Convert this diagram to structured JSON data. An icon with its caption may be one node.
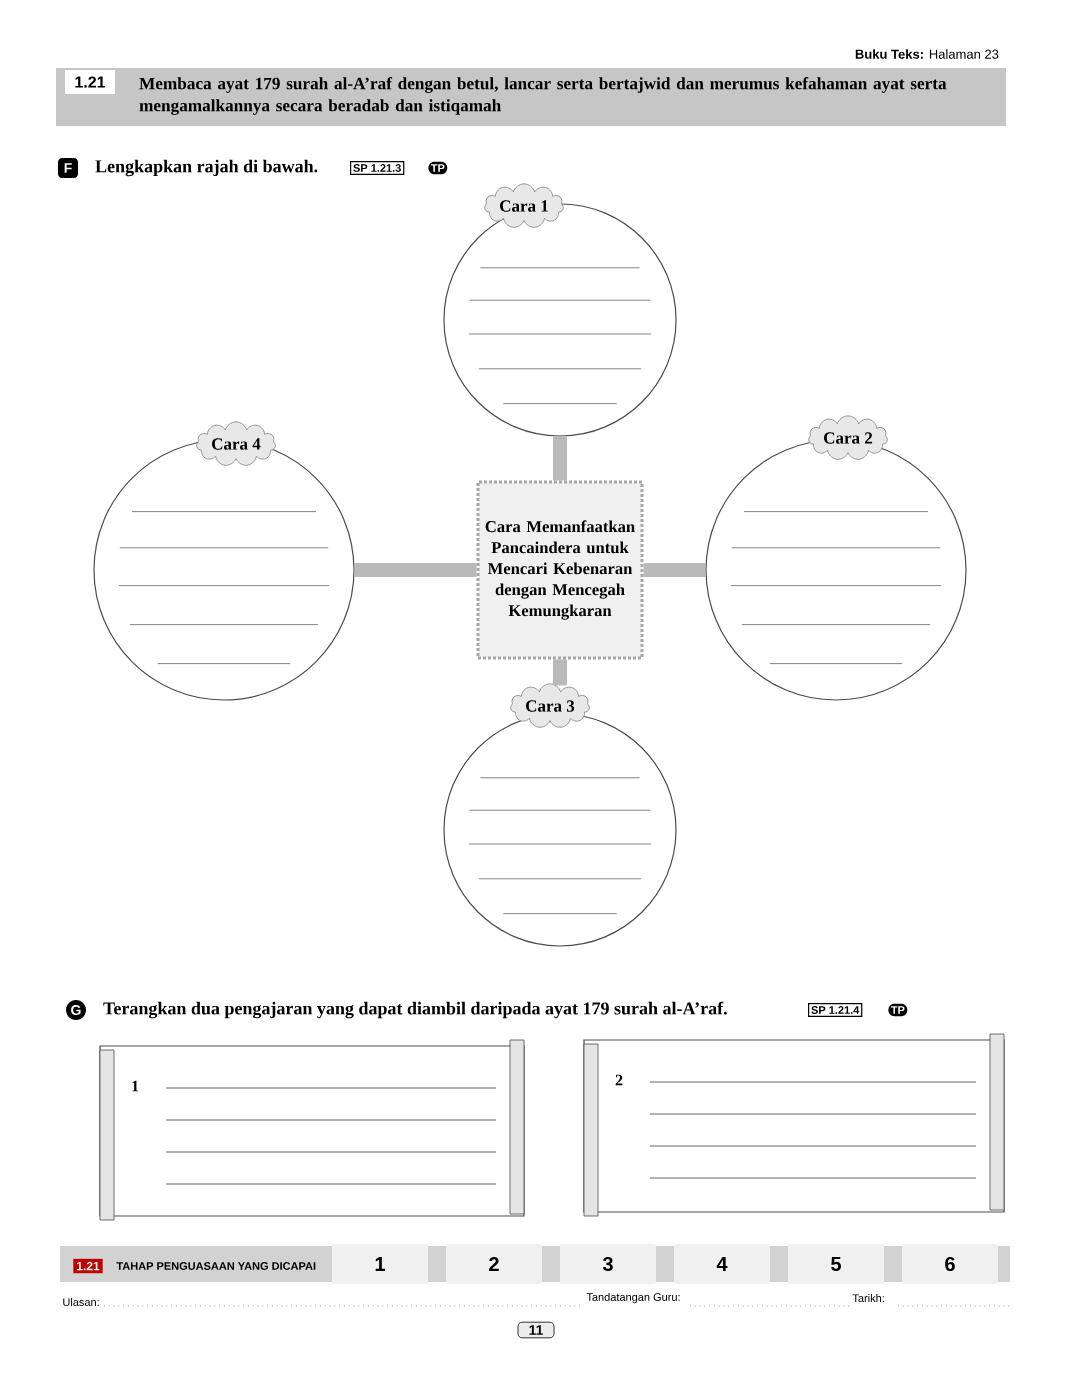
{
  "diagram": {
    "nodes": [
      {
        "text": [
          "Cara 1"
        ]
      },
      {
        "text": [
          "Cara 4"
        ]
      },
      {
        "text": [
          "Cara 2"
        ]
      },
      {
        "text": [
          "Cara Memanfaatkan Pancaindera untuk Mencari Kebenaran dengan Mencegah Kemungkaran"
        ]
      },
      {
        "text": [
          "Cara 3"
        ]
      },
      {
        "text": [
          "1"
        ]
      },
      {
        "text": [
          "2"
        ]
      }
    ],
    "edges": [
      {
        "from": 3,
        "to": 0,
        "arrow": "none"
      },
      {
        "from": 3,
        "to": 1,
        "arrow": "none"
      },
      {
        "from": 3,
        "to": 2,
        "arrow": "none"
      },
      {
        "from": 3,
        "to": 4,
        "arrow": "none"
      }
    ],
    "labels": [
      "**Buku Teks:** Halaman 23",
      "1.21",
      "Membaca ayat 179 surah al-A’raf dengan betul, lancar serta bertajwid dan merumus kefahaman ayat serta mengamalkannya secara beradab dan istiqamah",
      "F",
      "Lengkapkan rajah di bawah.",
      "SP 1.21.3",
      "TP",
      "G",
      "Terangkan dua pengajaran yang dapat diambil daripada ayat 179 surah al-A’raf.",
      "SP 1.21.4",
      "TP",
      "1.21",
      "TAHAP PENGUASAAN YANG DICAPAI",
      "1",
      "2",
      "3",
      "4",
      "5",
      "6",
      "Ulasan:",
      "Tandatangan Guru:",
      "Tarikh:",
      "11"
    ]
  }
}
